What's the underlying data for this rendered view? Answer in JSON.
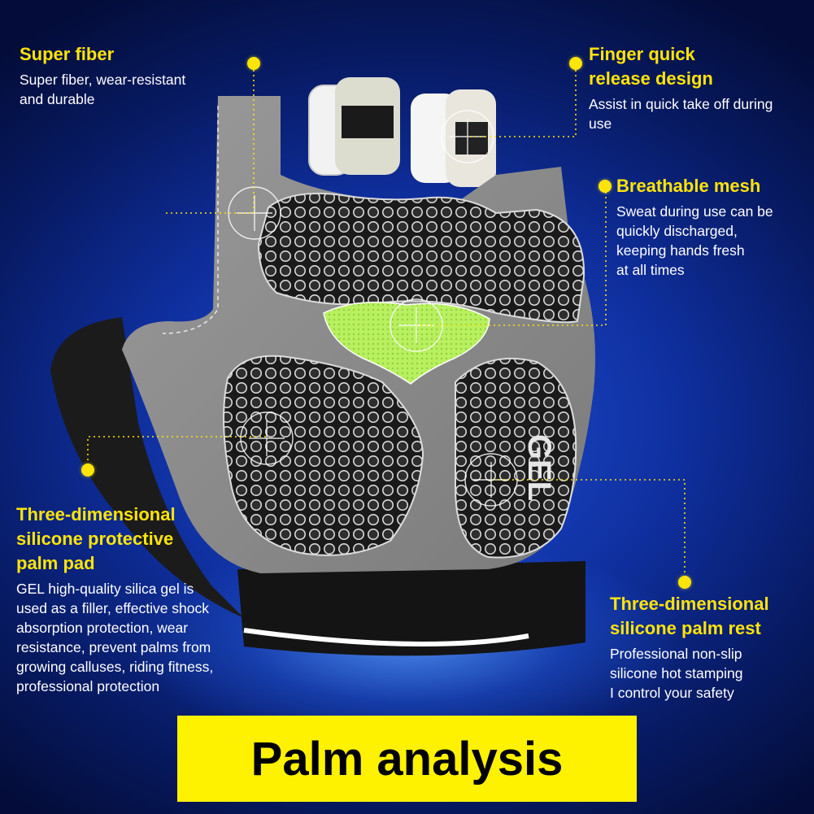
{
  "callouts": {
    "super_fiber": {
      "title": "Super fiber",
      "desc": [
        "Super fiber, wear-resistant",
        "and durable"
      ]
    },
    "finger_release": {
      "title": [
        "Finger quick",
        "release design"
      ],
      "desc": [
        "Assist in quick take off during",
        "use"
      ]
    },
    "breathable_mesh": {
      "title": "Breathable mesh",
      "desc": [
        "Sweat during use can be",
        "quickly discharged,",
        "keeping hands fresh",
        "at all times"
      ]
    },
    "palm_pad": {
      "title": [
        "Three-dimensional",
        "silicone protective",
        "palm pad"
      ],
      "desc": [
        "GEL high-quality silica gel is",
        "used as a filler, effective shock",
        "absorption protection, wear",
        "resistance, prevent palms from",
        "growing calluses, riding fitness,",
        "professional protection"
      ]
    },
    "palm_rest": {
      "title": [
        "Three-dimensional",
        "silicone palm rest"
      ],
      "desc": [
        "Professional non-slip",
        "silicone hot stamping",
        "I control your safety"
      ]
    }
  },
  "glove": {
    "logo_text": "GEL"
  },
  "banner": {
    "text": "Palm analysis"
  },
  "colors": {
    "accent": "#ffe40a",
    "banner_bg": "#fff200",
    "bg": "#0f2f9e"
  }
}
